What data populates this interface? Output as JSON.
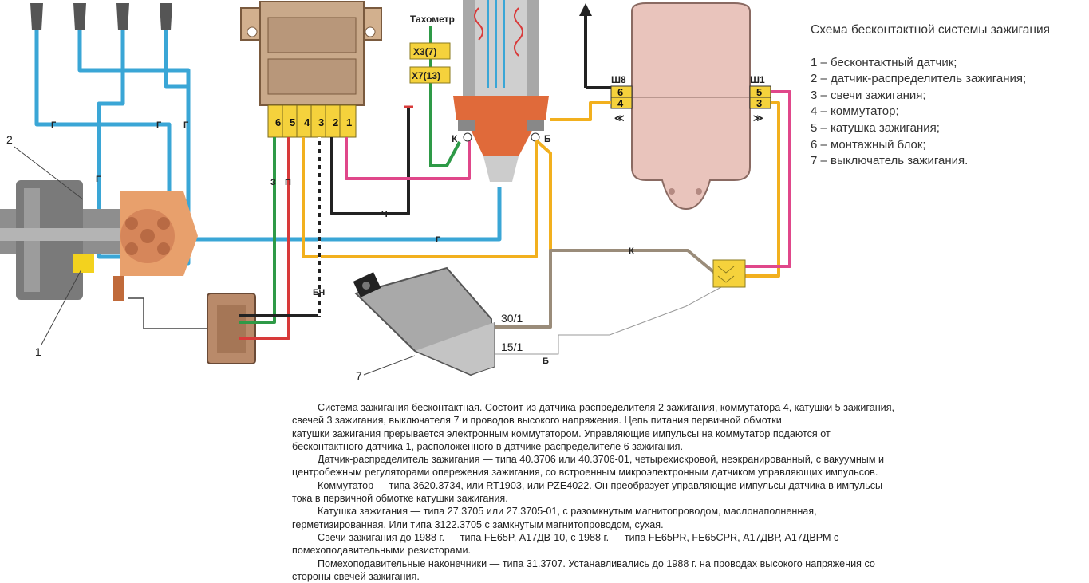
{
  "diagram": {
    "tachometer_label": "Тахометр",
    "tacho_tags": [
      "Х3(7)",
      "Х7(13)"
    ],
    "commutator_pins": [
      "6",
      "5",
      "4",
      "3",
      "2",
      "1"
    ],
    "connector_left": {
      "name": "Ш8",
      "pins": [
        "6",
        "4"
      ]
    },
    "connector_right": {
      "name": "Ш1",
      "pins": [
        "5",
        "3"
      ]
    },
    "coil_terminals": {
      "left": "К",
      "right": "Б"
    },
    "wire_labels": {
      "g": "Г",
      "z": "З",
      "p": "П",
      "ch": "Ч",
      "bch": "БЧ",
      "k": "К",
      "b": "Б"
    },
    "switch_terminals": [
      "30/1",
      "15/1"
    ],
    "component_numbers": [
      "1",
      "2",
      "7"
    ],
    "colors": {
      "blue_wire": "#3aa6d6",
      "green_wire": "#2e9a47",
      "red_wire": "#d83a3a",
      "pink_wire": "#e0478a",
      "yellow_wire": "#f2b01e",
      "black_wire": "#222222",
      "gray_wire": "#9a8c7a",
      "commutator_body": "#c9a98a",
      "coil_body": "#e06a3a",
      "mount_block": "#e9c4bc",
      "pin_yellow": "#f5d23c"
    }
  },
  "legend": {
    "title": "Схема бесконтактной системы зажигания",
    "items": [
      "1 – бесконтактный датчик;",
      "2 – датчик-распределитель зажигания;",
      "3 – свечи зажигания;",
      "4 – коммутатор;",
      "5 – катушка зажигания;",
      "6 – монтажный блок;",
      "7 – выключатель зажигания."
    ]
  },
  "description": [
    {
      "indent": true,
      "text": "Система зажигания бесконтактная. Состоит из датчика-распределителя 2 зажигания, коммутатора 4, катушки 5 зажигания,"
    },
    {
      "indent": false,
      "text": "свечей 3 зажигания, выключателя 7 и проводов высокого напряжения. Цепь питания первичной обмотки"
    },
    {
      "indent": false,
      "text": "катушки зажигания прерывается электронным коммутатором. Управляющие импульсы на коммутатор подаются от"
    },
    {
      "indent": false,
      "text": "бесконтактного датчика 1, расположенного в датчике-распределителе 6 зажигания."
    },
    {
      "indent": true,
      "text": "Датчик-распределитель зажигания — типа 40.3706 или 40.3706-01, четырехискровой, неэкранированный, с вакуумным и"
    },
    {
      "indent": false,
      "text": "центробежным регуляторами опережения зажигания, со встроенным микроэлектронным датчиком управляющих импульсов."
    },
    {
      "indent": true,
      "text": "Коммутатор — типа 3620.3734, или RT1903, или PZE4022. Он преобразует управляющие импульсы датчика в импульсы"
    },
    {
      "indent": false,
      "text": "тока в первичной обмотке катушки зажигания."
    },
    {
      "indent": true,
      "text": "Катушка зажигания — типа 27.3705 или 27.3705-01, с разомкнутым магнитопроводом, маслонаполненная,"
    },
    {
      "indent": false,
      "text": "герметизированная. Или типа 3122.3705 с замкнутым магнитопроводом, сухая."
    },
    {
      "indent": true,
      "text": "Свечи зажигания до 1988 г. — типа FE65P, А17ДВ-10, с 1988 г. — типа FE65PR, FE65CPR, А17ДВР, А17ДВРМ с"
    },
    {
      "indent": false,
      "text": "помехоподавительными резисторами."
    },
    {
      "indent": true,
      "text": "Помехоподавительные наконечники — типа 31.3707. Устанавливались до 1988 г. на проводах высокого напряжения со"
    },
    {
      "indent": false,
      "text": "стороны свечей зажигания."
    }
  ]
}
